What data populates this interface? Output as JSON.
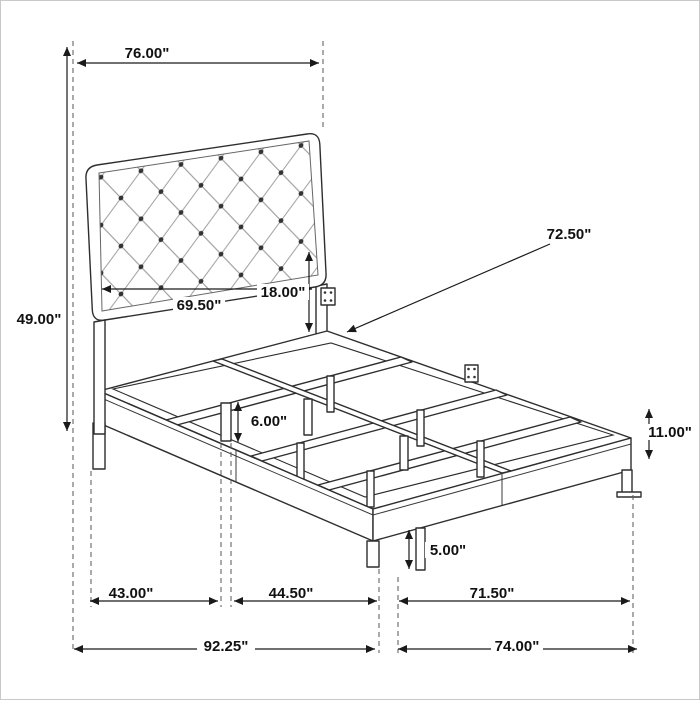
{
  "colors": {
    "line": "#2e2e2e",
    "dimension": "#1a1a1a",
    "background": "#ffffff"
  },
  "dims": {
    "width_overall": "76.00\"",
    "length_interior": "72.50\"",
    "headboard_width": "69.50\"",
    "headboard_panel_height": "18.00\"",
    "headboard_height": "49.00\"",
    "slat_leg_height": "6.00\"",
    "rail_height": "11.00\"",
    "center_leg_height": "5.00\"",
    "segment_head": "43.00\"",
    "segment_mid": "44.50\"",
    "segment_foot": "71.50\"",
    "length_frame": "92.25\"",
    "length_foot_section": "74.00\""
  }
}
